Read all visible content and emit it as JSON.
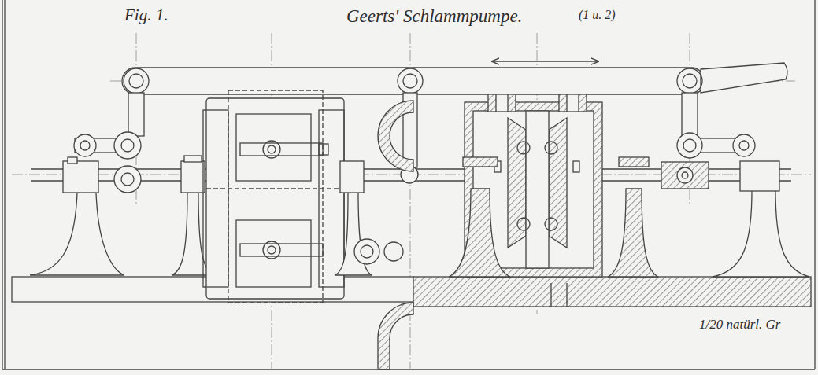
{
  "diagram": {
    "title": "Geerts' Schlammpumpe.",
    "labels": [
      "Fig. 1.",
      "(1 u. 2)",
      "1/20 natürl. Gr"
    ]
  }
}
